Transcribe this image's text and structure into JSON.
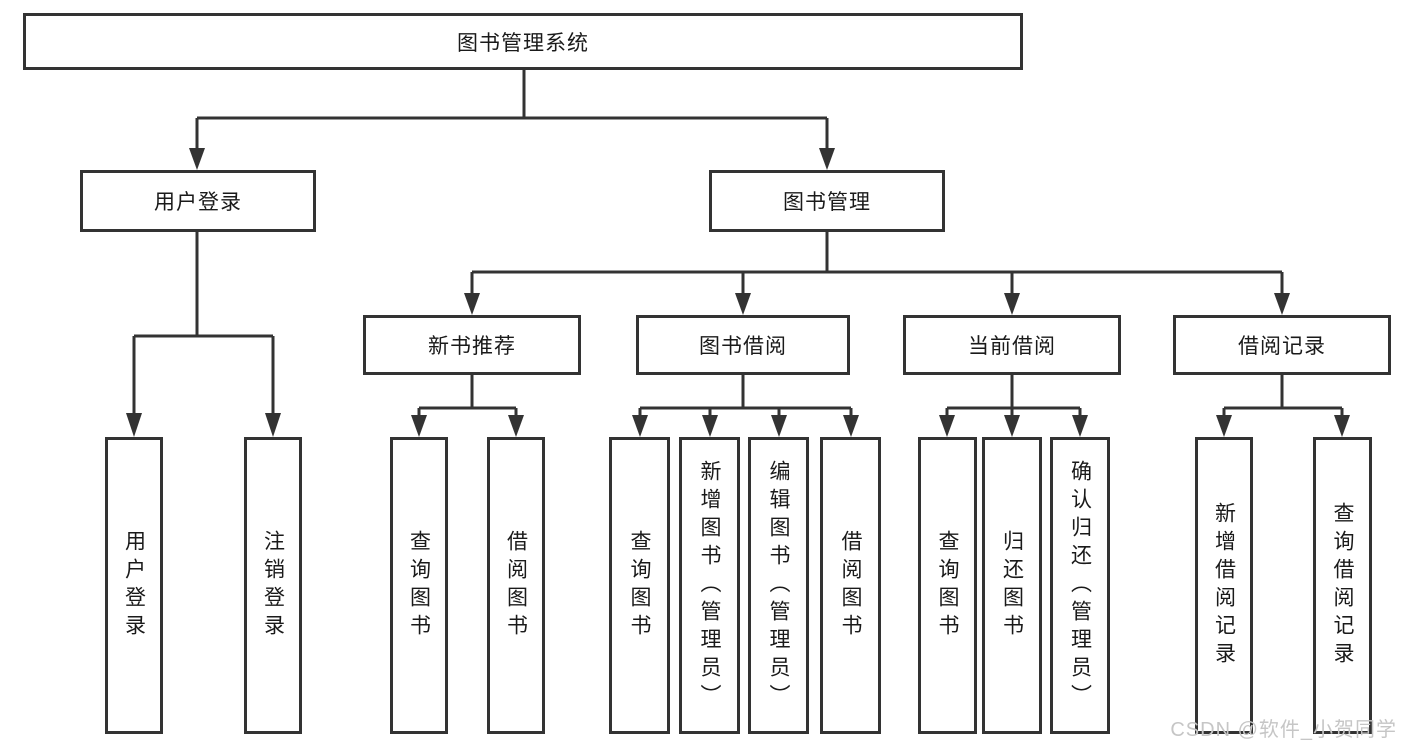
{
  "diagram": {
    "root": "图书管理系统",
    "level2": {
      "user_login": "用户登录",
      "book_management": "图书管理"
    },
    "level3": {
      "new_book_recommend": "新书推荐",
      "book_borrow": "图书借阅",
      "current_borrow": "当前借阅",
      "borrow_records": "借阅记录"
    },
    "leaves": {
      "user_login": [
        "用户登录",
        "注销登录"
      ],
      "new_book_recommend": [
        "查询图书",
        "借阅图书"
      ],
      "book_borrow": [
        "查询图书",
        "新增图书（管理员）",
        "编辑图书（管理员）",
        "借阅图书"
      ],
      "current_borrow": [
        "查询图书",
        "归还图书",
        "确认归还（管理员）"
      ],
      "borrow_records": [
        "新增借阅记录",
        "查询借阅记录"
      ]
    }
  },
  "watermark": "CSDN @软件_小贺同学",
  "colors": {
    "line": "#333333",
    "text": "#1a1a1a",
    "watermark": "#c6c6c6",
    "background": "#ffffff"
  }
}
